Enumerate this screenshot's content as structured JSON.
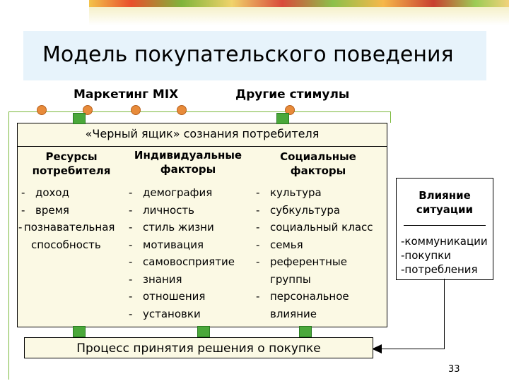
{
  "title": "Модель покупательского поведения",
  "stimuli": {
    "marketing_mix": "Маркетинг MIX",
    "other": "Другие стимулы"
  },
  "black_box": {
    "title": "«Черный ящик» сознания потребителя",
    "columns": [
      {
        "header": [
          "Ресурсы",
          "потребителя"
        ],
        "items": [
          {
            "dash": "",
            "text": ""
          },
          {
            "dash": "-",
            "text": "доход"
          },
          {
            "dash": "-",
            "text": "время"
          },
          {
            "dash": "-",
            "text": "познавательная"
          },
          {
            "dash": "",
            "text": "способность"
          }
        ]
      },
      {
        "header": [
          "Индивидуальные",
          "факторы"
        ],
        "items": [
          {
            "dash": "-",
            "text": "демография"
          },
          {
            "dash": "-",
            "text": "личность"
          },
          {
            "dash": "-",
            "text": "стиль жизни"
          },
          {
            "dash": "-",
            "text": "мотивация"
          },
          {
            "dash": "-",
            "text": "самовосприятие"
          },
          {
            "dash": "-",
            "text": "знания"
          },
          {
            "dash": "-",
            "text": "отношения"
          },
          {
            "dash": "-",
            "text": "установки"
          }
        ]
      },
      {
        "header": [
          "Социальные",
          "факторы"
        ],
        "items": [
          {
            "dash": "-",
            "text": "культура"
          },
          {
            "dash": "-",
            "text": "субкультура"
          },
          {
            "dash": "-",
            "text": "социальный класс"
          },
          {
            "dash": "-",
            "text": "семья"
          },
          {
            "dash": "-",
            "text": "референтные"
          },
          {
            "dash": "",
            "text": "группы"
          },
          {
            "dash": "-",
            "text": "персональное"
          },
          {
            "dash": "",
            "text": "влияние"
          }
        ]
      }
    ]
  },
  "situation": {
    "title": [
      "Влияние",
      "ситуации"
    ],
    "items": [
      "-коммуникации",
      "-покупки",
      "-потребления"
    ]
  },
  "process": "Процесс принятия решения о покупке",
  "page_number": "33",
  "colors": {
    "dot": "#e88b3a",
    "arrow": "#4aa83a",
    "line": "#7ab83a",
    "box_fill": "#fbf9e4",
    "title_band": "#e7f3fb"
  }
}
